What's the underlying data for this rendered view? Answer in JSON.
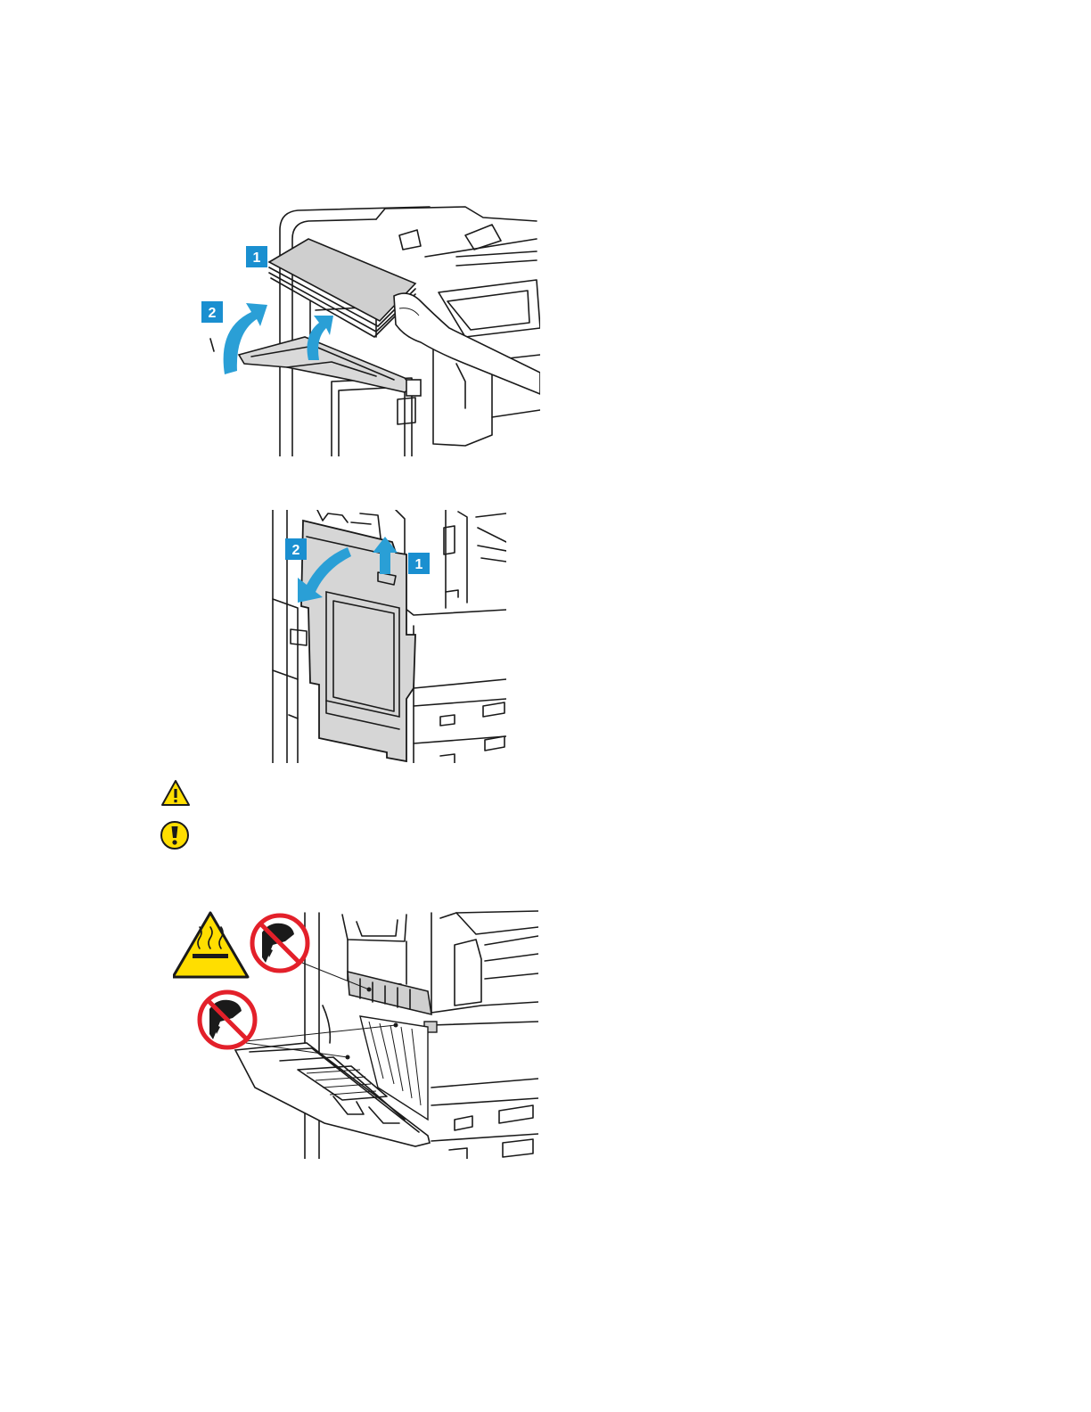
{
  "figures": {
    "bypass_tray": {
      "step_badges": [
        "1",
        "2"
      ],
      "icons": [
        "paper-stack",
        "hand",
        "lift-arrow",
        "fold-arrow"
      ]
    },
    "door_a": {
      "step_badges": [
        "1",
        "2"
      ],
      "icons": [
        "release-lever-arrow",
        "open-door-arrow"
      ]
    },
    "hot_area": {
      "icons": [
        "hot-surface-warning",
        "do-not-touch",
        "do-not-touch"
      ]
    }
  },
  "notices": {
    "warning_icon": "warning-triangle-icon",
    "caution_icon": "caution-circle-icon"
  },
  "colors": {
    "accent": "#2a9fd6",
    "badge": "#1a8fd0",
    "door": "#d6d6d6",
    "warning_yellow": "#ffde00",
    "prohibit_red": "#e3202a"
  }
}
